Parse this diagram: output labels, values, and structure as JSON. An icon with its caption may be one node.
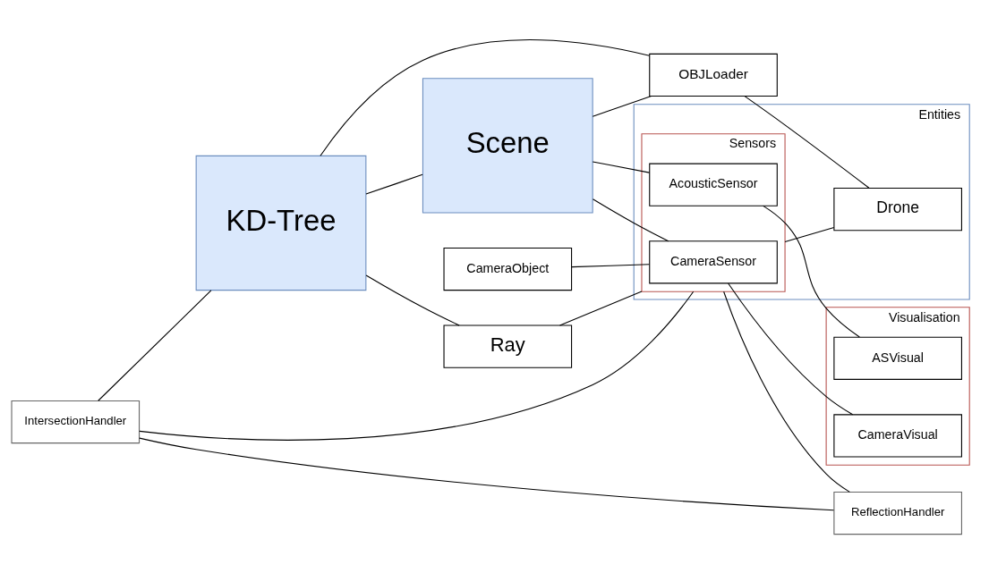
{
  "diagram": {
    "nodes": [
      {
        "text": [
          "IntersectionHandler"
        ]
      },
      {
        "text": [
          "CameraObject"
        ]
      },
      {
        "text": [
          "Ray"
        ]
      },
      {
        "text": [
          "Entities"
        ]
      },
      {
        "text": [
          "Sensors"
        ],
        "in": 3
      },
      {
        "text": [
          "CameraSensor"
        ],
        "in": 4
      },
      {
        "text": [
          "AcousticSensor"
        ],
        "in": 4
      },
      {
        "text": [
          "Drone"
        ],
        "in": 3
      },
      {
        "text": [
          "Visualisation"
        ]
      },
      {
        "text": [
          "CameraVisual"
        ],
        "in": 8
      },
      {
        "text": [
          "ASVisual"
        ],
        "in": 8
      },
      {
        "text": [
          "KD-Tree"
        ]
      },
      {
        "text": [
          "Scene"
        ]
      },
      {
        "text": [
          "OBJLoader"
        ]
      },
      {
        "text": [
          "ReflectionHandler"
        ]
      }
    ],
    "edges": [
      {
        "from": 0,
        "to": 11,
        "arrow": "none"
      },
      {
        "from": 0,
        "to": 4,
        "arrow": "none"
      },
      {
        "from": 0,
        "to": 14,
        "arrow": "none"
      },
      {
        "from": 11,
        "to": 2,
        "arrow": "none"
      },
      {
        "from": 2,
        "to": 4,
        "arrow": "none"
      },
      {
        "from": 1,
        "to": 5,
        "arrow": "none"
      },
      {
        "from": 11,
        "to": 12,
        "arrow": "none"
      },
      {
        "from": 12,
        "to": 5,
        "arrow": "none"
      },
      {
        "from": 12,
        "to": 6,
        "arrow": "none"
      },
      {
        "from": 5,
        "to": 9,
        "arrow": "none"
      },
      {
        "from": 6,
        "to": 10,
        "arrow": "none"
      },
      {
        "from": 12,
        "to": 13,
        "arrow": "none"
      },
      {
        "from": 11,
        "to": 13,
        "arrow": "none"
      },
      {
        "from": 13,
        "to": 7,
        "arrow": "none"
      },
      {
        "from": 4,
        "to": 7,
        "arrow": "none"
      },
      {
        "from": 4,
        "to": 14,
        "arrow": "none"
      }
    ]
  }
}
